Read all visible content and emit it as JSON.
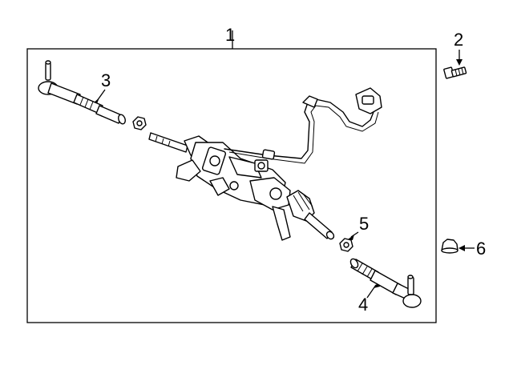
{
  "diagram": {
    "callouts": [
      {
        "id": "1",
        "text": "1"
      },
      {
        "id": "2",
        "text": "2"
      },
      {
        "id": "3",
        "text": "3"
      },
      {
        "id": "4",
        "text": "4"
      },
      {
        "id": "5",
        "text": "5"
      },
      {
        "id": "6",
        "text": "6"
      }
    ],
    "parts": [
      {
        "callout": "1",
        "icon": "steering-gear-assembly-icon"
      },
      {
        "callout": "2",
        "icon": "bolt-icon"
      },
      {
        "callout": "3",
        "icon": "tie-rod-end-icon"
      },
      {
        "callout": "4",
        "icon": "tie-rod-end-icon"
      },
      {
        "callout": "5",
        "icon": "nut-icon"
      },
      {
        "callout": "6",
        "icon": "nut-icon"
      }
    ],
    "colors": {
      "line": "#000000",
      "background": "#ffffff"
    }
  }
}
